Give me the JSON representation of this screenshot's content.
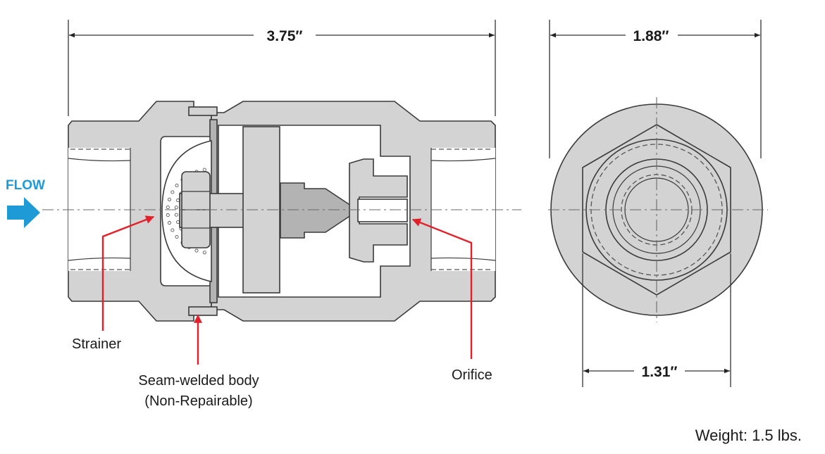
{
  "dimensions": {
    "overall_length": "3.75″",
    "outer_diameter": "1.88″",
    "hex_width": "1.31″"
  },
  "flow": {
    "label": "FLOW",
    "color": "#1e9ad6"
  },
  "callouts": {
    "strainer": "Strainer",
    "seam_welded_line1": "Seam-welded body",
    "seam_welded_line2": "(Non-Repairable)",
    "orifice": "Orifice"
  },
  "weight": "Weight: 1.5 lbs.",
  "colors": {
    "body": "#d3d3d3",
    "outline": "#3a3a3a",
    "callout": "#e3202a"
  }
}
